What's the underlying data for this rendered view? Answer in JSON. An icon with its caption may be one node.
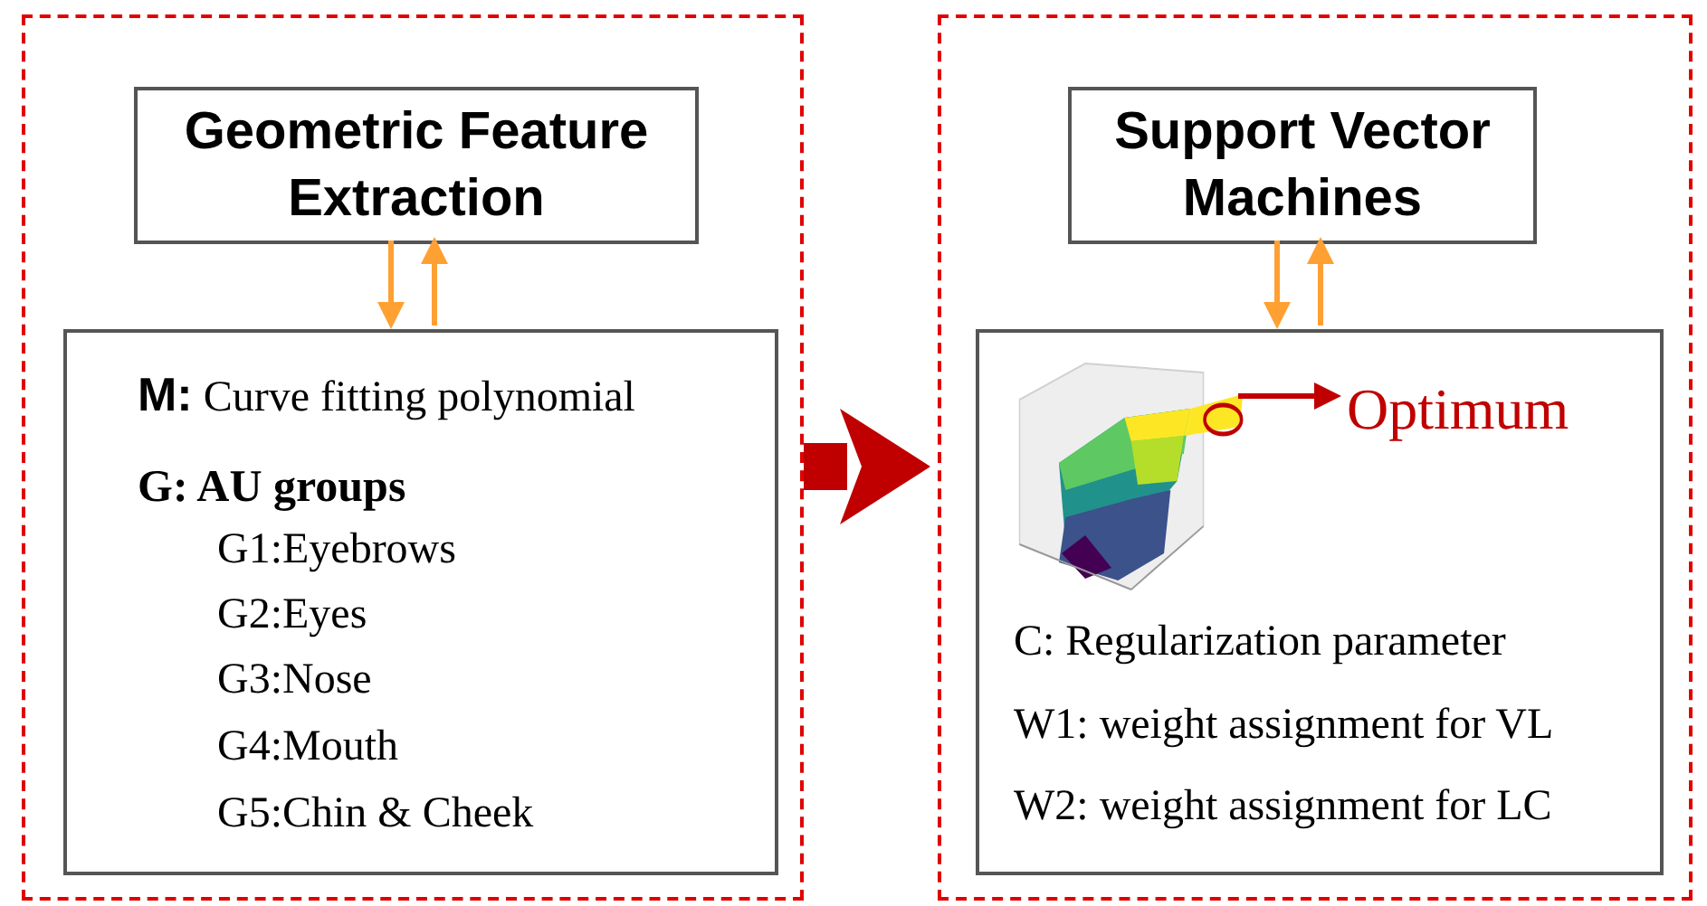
{
  "diagram": {
    "nodes": [
      {
        "text": [],
        "shape": "box"
      },
      {
        "text": [
          "Geometric Feature Extraction"
        ],
        "in": 0
      },
      {
        "text": [
          "**M:** Curve fitting polynomial",
          "G: AU groups",
          "G1:Eyebrows",
          "G2:Eyes",
          "G3:Nose",
          "G4:Mouth",
          "G5:Chin & Cheek"
        ],
        "in": 0
      },
      {
        "text": [],
        "shape": "box"
      },
      {
        "text": [
          "Support Vector Machines"
        ],
        "in": 3
      },
      {
        "text": [
          "C: Regularization parameter",
          "W1: weight assignment for VL",
          "W2: weight assignment for LC"
        ],
        "in": 3
      },
      {
        "text": [],
        "shape": "picture",
        "in": 5
      },
      {
        "text": [
          "Optimum"
        ],
        "in": 5
      }
    ],
    "edges": [
      {
        "from": 1,
        "to": 2,
        "arrow": "to"
      },
      {
        "from": 2,
        "to": 1,
        "arrow": "to"
      },
      {
        "from": 0,
        "to": 3,
        "arrow": "to",
        "style": "thick",
        "color": "#c00000"
      },
      {
        "from": 4,
        "to": 5,
        "arrow": "to"
      },
      {
        "from": 5,
        "to": 4,
        "arrow": "to"
      },
      {
        "from": 6,
        "to": 7,
        "arrow": "to",
        "color": "#c00000"
      }
    ]
  }
}
